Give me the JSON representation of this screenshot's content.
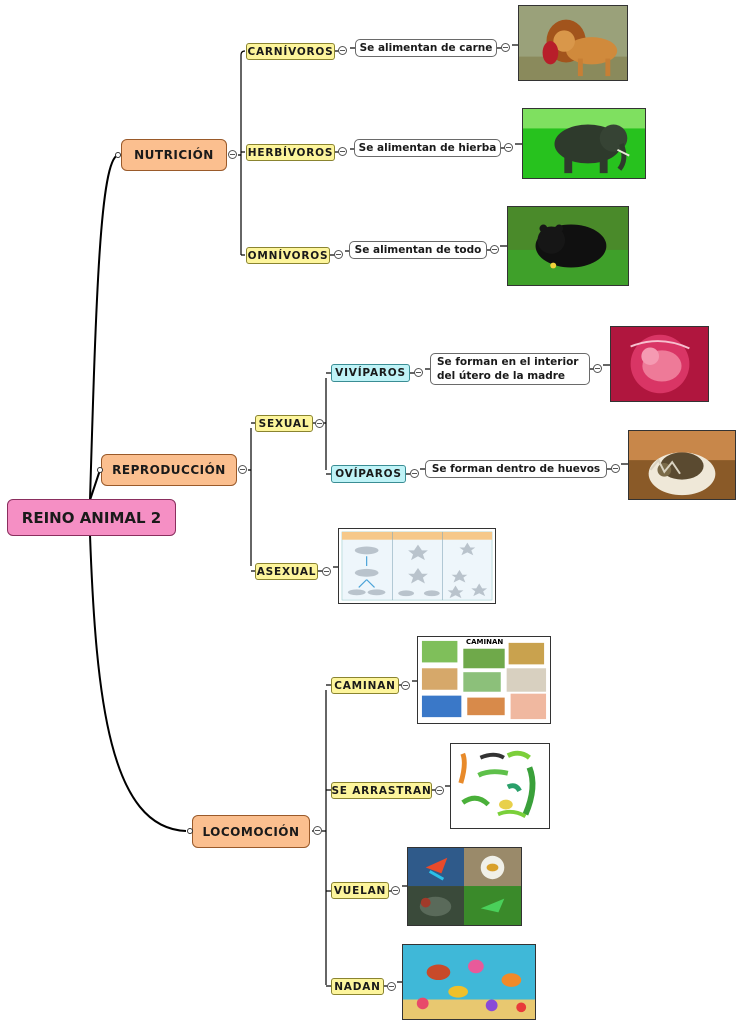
{
  "root": {
    "label": "REINO ANIMAL 2"
  },
  "branches": {
    "nutricion": {
      "label": "NUTRICIÓN",
      "children": [
        {
          "label": "CARNÍVOROS",
          "description": "Se alimentan de carne",
          "image": "lion-photo"
        },
        {
          "label": "HERBÍVOROS",
          "description": "Se alimentan de hierba",
          "image": "elephant-photo"
        },
        {
          "label": "OMNÍVOROS",
          "description": "Se alimentan de todo",
          "image": "bear-photo"
        }
      ]
    },
    "reproduccion": {
      "label": "REPRODUCCIÓN",
      "sexual": {
        "label": "SEXUAL",
        "children": [
          {
            "label": "VIVÍPAROS",
            "description_line1": "Se forman en el interior",
            "description_line2": "del útero de la madre",
            "image": "fetus-photo"
          },
          {
            "label": "OVÍPAROS",
            "description": "Se forman dentro de  huevos",
            "image": "hatching-turtle-photo"
          }
        ]
      },
      "asexual": {
        "label": "ASEXUAL",
        "image": "asexual-reproduction-diagram"
      }
    },
    "locomocion": {
      "label": "LOCOMOCIÓN",
      "children": [
        {
          "label": "CAMINAN",
          "image": "walking-animals-collage",
          "image_title": "CAMINAN"
        },
        {
          "label": "SE ARRASTRAN",
          "image": "reptiles-illustration"
        },
        {
          "label": "VUELAN",
          "image": "flying-animals-collage"
        },
        {
          "label": "NADAN",
          "image": "sea-animals-illustration"
        }
      ]
    }
  },
  "colors": {
    "root": "#f58fc4",
    "main": "#fbbf8f",
    "yellow": "#fdf59c",
    "cyan": "#bff3f7",
    "line": "#000000"
  }
}
